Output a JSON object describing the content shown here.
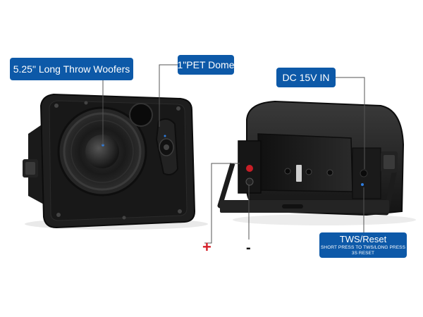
{
  "labels": {
    "woofer": "5.25\" Long Throw Woofers",
    "dome": "1\"PET Dome",
    "dc": "DC 15V IN",
    "tws_title": "TWS/Reset",
    "tws_desc": "SHORT PRESS TO TWS/LONG PRESS 3S RESET"
  },
  "polarity": {
    "plus": "+",
    "minus": "-"
  },
  "colors": {
    "label_bg": "#0d59a8",
    "label_text": "#ffffff",
    "plus": "#d6202a",
    "minus": "#111111",
    "leader_line": "#555555",
    "speaker_body": "#1b1b1b"
  }
}
